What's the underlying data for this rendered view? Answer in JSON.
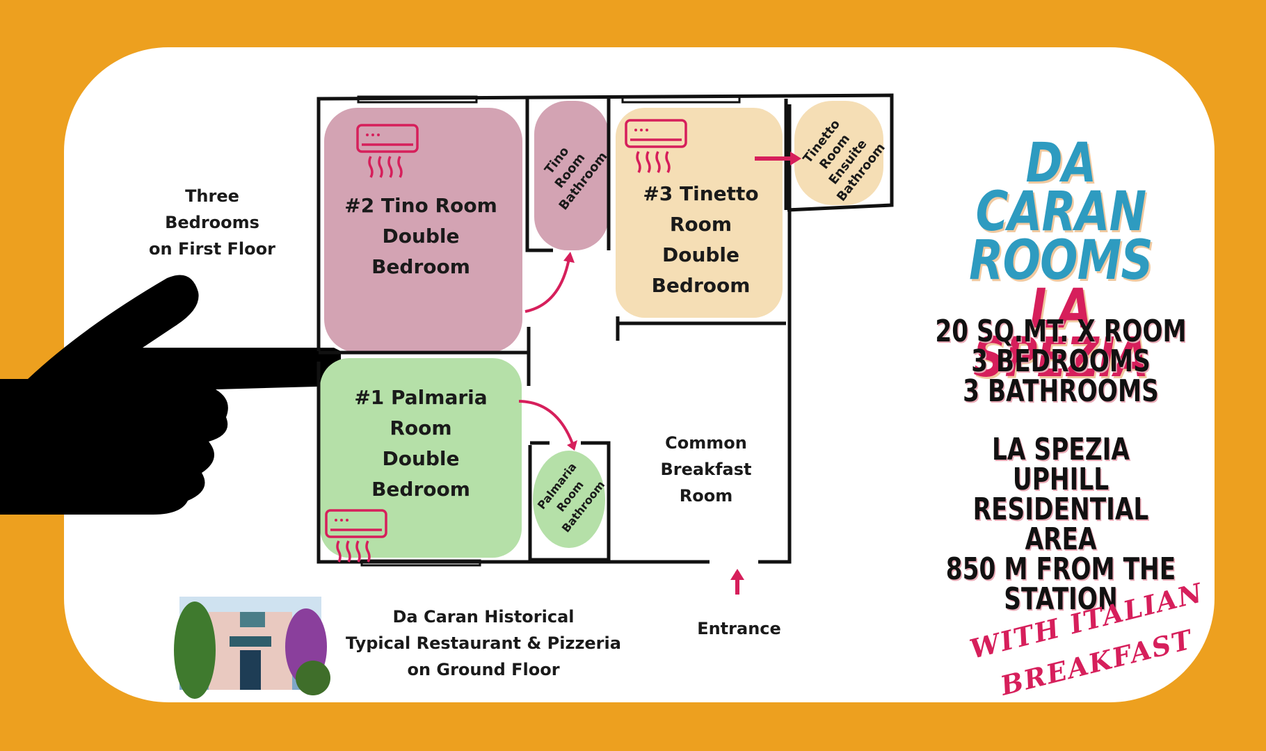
{
  "colors": {
    "background": "#EDA01F",
    "card": "#FFFFFF",
    "tino_room": "#D3A3B3",
    "tinetto_room": "#F5DEB5",
    "palmaria_room": "#B5E0A8",
    "accent_pink": "#D61F5B",
    "title_blue": "#2E9BC0",
    "title_pink": "#D61F5B",
    "wall": "#111111"
  },
  "left_note": "Three\nBedrooms\non First Floor",
  "rooms": {
    "tino": "#2 Tino Room\nDouble\nBedroom",
    "tino_bathroom": "Tino\nRoom\nBathroom",
    "tinetto": "#3 Tinetto\nRoom\nDouble\nBedroom",
    "tinetto_bathroom": "Tinetto\nRoom\nEnsuite\nBathroom",
    "palmaria": "#1 Palmaria\nRoom\nDouble\nBedroom",
    "palmaria_bathroom": "Palmaria\nRoom\nBathroom",
    "common": "Common\nBreakfast\nRoom"
  },
  "entrance": "Entrance",
  "restaurant": "Da Caran Historical\nTypical Restaurant & Pizzeria\non Ground Floor",
  "title": {
    "line1": "DA CARAN",
    "line2": "ROOMS",
    "line3": "LA SPEZIA"
  },
  "info1": "20 SQ.MT. X ROOM\n3 BEDROOMS\n3 BATHROOMS",
  "info2": "LA SPEZIA\nUPHILL RESIDENTIAL\nAREA\n850 M FROM THE\nSTATION",
  "breakfast": {
    "line1": "WITH ITALIAN",
    "line2": "BREAKFAST"
  },
  "icons": {
    "air_conditioner": "air-conditioner-icon",
    "hand": "pointing-hand-icon",
    "arrow": "arrow-icon",
    "photo": "restaurant-photo"
  }
}
